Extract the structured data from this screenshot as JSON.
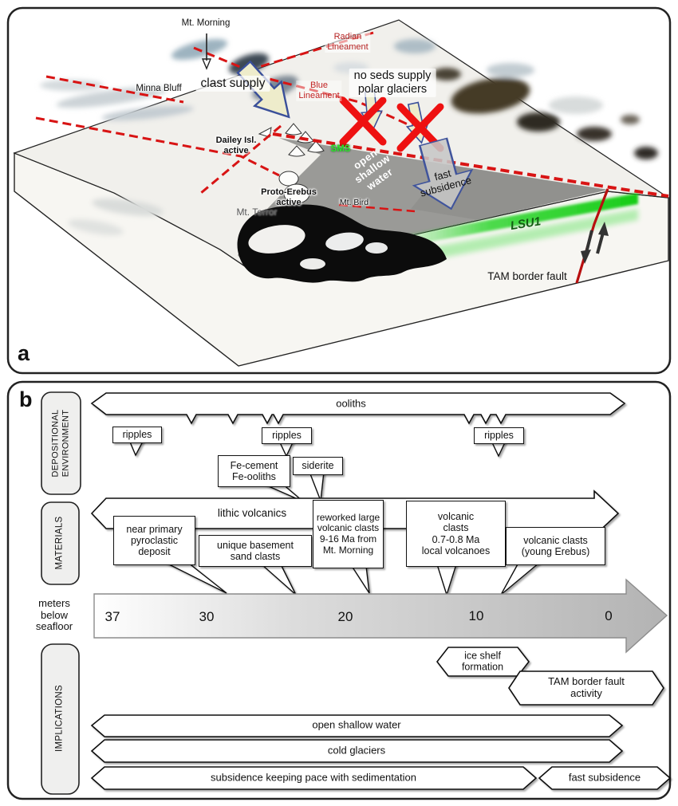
{
  "panel_a": {
    "letter": "a",
    "labels": {
      "mt_morning": "Mt. Morning",
      "radian_lineament": "Radian\nLineament",
      "minna_bluff": "Minna Bluff",
      "clast_supply": "clast supply",
      "blue_lineament": "Blue\nLineament",
      "no_seds": "no seds supply\npolar glaciers",
      "dailey_isl": "Dailey Isl.\nactive",
      "sms": "SMS",
      "open_shallow_water": "open\nshallow\nwater",
      "fast_subsidence": "fast\nsubsidence",
      "proto_erebus": "Proto-Erebus\nactive",
      "mt_terror": "Mt. Terror",
      "mt_bird": "Mt. Bird",
      "lsu1": "LSU1",
      "tam_border_fault": "TAM border fault"
    },
    "colors": {
      "lineament_red": "#b42222",
      "dashed_red": "#d81414",
      "x_red": "#ee1111",
      "lsu_green": "#2ed52e",
      "sms_green": "#2fe52f",
      "arrow_blue": "#3a4f9a",
      "sea_gray": "#9a9a97"
    }
  },
  "panel_b": {
    "letter": "b",
    "row_labels": {
      "depositional": "DEPOSITIONAL\nENVIRONMENT",
      "materials": "MATERIALS",
      "implications": "IMPLICATIONS"
    },
    "depositional": {
      "ooliths": "ooliths",
      "ripples_left": "ripples",
      "ripples_mid": "ripples",
      "ripples_right": "ripples",
      "fe_cement": "Fe-cement\nFe-ooliths",
      "siderite": "siderite"
    },
    "materials": {
      "bar_label": "lithic volcanics",
      "near_primary": "near primary\npyroclastic\ndeposit",
      "unique_basement": "unique basement\nsand clasts",
      "reworked": "reworked large\nvolcanic clasts\n9-16 Ma from\nMt. Morning",
      "volcanic_07": "volcanic\nclasts\n0.7-0.8 Ma\nlocal volcanoes",
      "young_erebus": "volcanic clasts\n(young Erebus)"
    },
    "axis": {
      "label": "meters\nbelow\nseafloor",
      "ticks": [
        "37",
        "30",
        "20",
        "10",
        "0"
      ]
    },
    "implications": {
      "ice_shelf": "ice shelf\nformation",
      "tam_activity": "TAM border fault\nactivity",
      "open_shallow": "open shallow water",
      "cold_glaciers": "cold glaciers",
      "subsidence_pace": "subsidence keeping pace with sedimentation",
      "fast_subsidence": "fast subsidence"
    }
  }
}
